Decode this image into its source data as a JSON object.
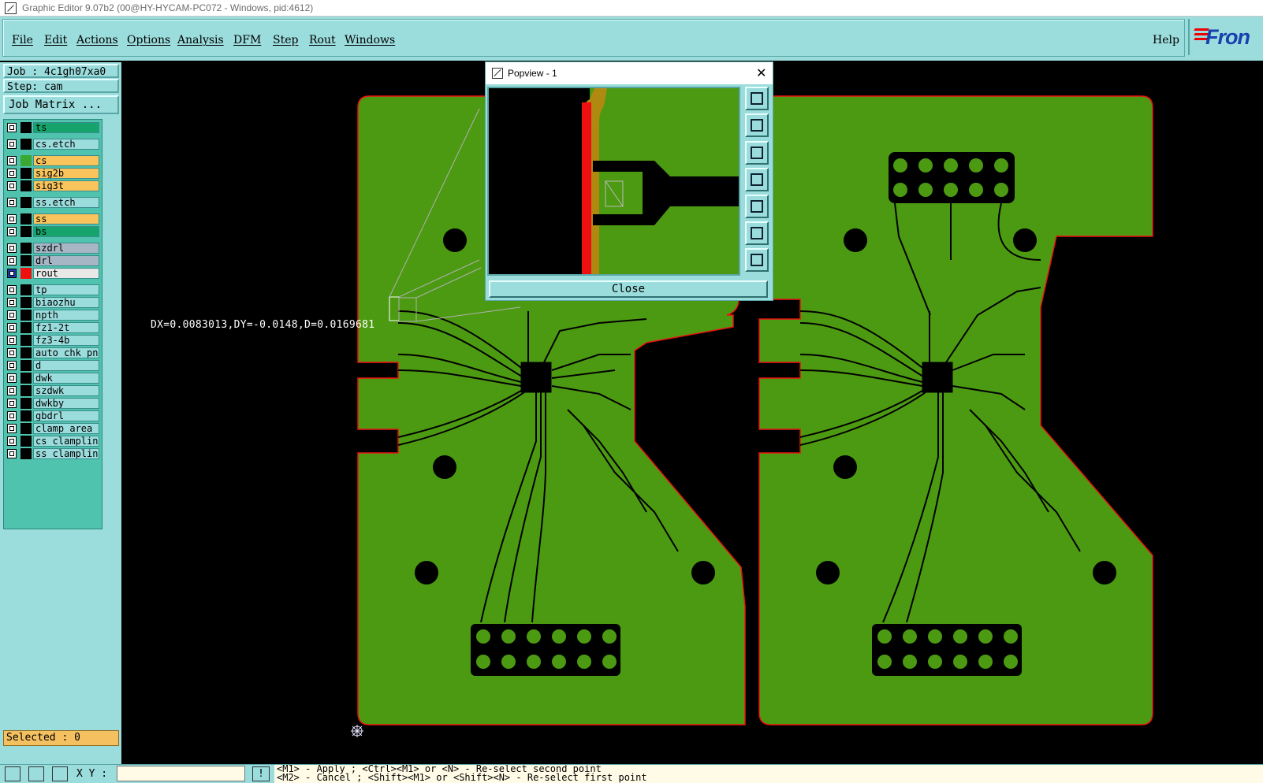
{
  "window": {
    "title": "Graphic Editor 9.07b2 (00@HY-HYCAM-PC072 - Windows, pid:4612)"
  },
  "menu": {
    "items": [
      "File",
      "Edit",
      "Actions",
      "Options",
      "Analysis",
      "DFM",
      "Step",
      "Rout",
      "Windows"
    ],
    "help": "Help",
    "logo": "Fron"
  },
  "job": {
    "job_label": "Job : 4c1gh07xa0",
    "step_label": "Step: cam",
    "matrix_button": "Job Matrix ..."
  },
  "layers": [
    {
      "name": "ts",
      "color": "#16a36c"
    },
    {
      "name": "cs.etch",
      "color": "#9bdcdc"
    },
    {
      "name": "cs",
      "color": "#f9c45c",
      "swatch": "#3aa832"
    },
    {
      "name": "sig2b",
      "color": "#f9c45c"
    },
    {
      "name": "sig3t",
      "color": "#f9c45c"
    },
    {
      "name": "ss.etch",
      "color": "#9bdcdc"
    },
    {
      "name": "ss",
      "color": "#f9c45c"
    },
    {
      "name": "bs",
      "color": "#16a36c"
    },
    {
      "name": "szdrl",
      "color": "#a7b6c4"
    },
    {
      "name": "drl",
      "color": "#a7b6c4"
    },
    {
      "name": "rout",
      "color": "#e8e8e8",
      "swatch": "#ee1010",
      "active": true
    },
    {
      "name": "tp",
      "color": "#9bdcdc"
    },
    {
      "name": "biaozhu",
      "color": "#9bdcdc"
    },
    {
      "name": "npth",
      "color": "#9bdcdc"
    },
    {
      "name": "fz1-2t",
      "color": "#9bdcdc"
    },
    {
      "name": "fz3-4b",
      "color": "#9bdcdc"
    },
    {
      "name": "auto_chk_pnl",
      "color": "#9bdcdc"
    },
    {
      "name": "d",
      "color": "#9bdcdc"
    },
    {
      "name": "dwk",
      "color": "#9bdcdc"
    },
    {
      "name": "szdwk",
      "color": "#9bdcdc"
    },
    {
      "name": "dwkby",
      "color": "#9bdcdc"
    },
    {
      "name": "gbdrl",
      "color": "#9bdcdc"
    },
    {
      "name": "clamp_area",
      "color": "#9bdcdc"
    },
    {
      "name": "cs_clampline",
      "color": "#9bdcdc"
    },
    {
      "name": "ss_clampline",
      "color": "#9bdcdc"
    }
  ],
  "selected": "Selected : 0",
  "measure": "DX=0.0083013,DY=-0.0148,D=0.0169681",
  "popview": {
    "title": "Popview - 1",
    "close_label": "Close"
  },
  "status": {
    "xy_label": "X Y :",
    "line1": "<M1> - Apply  ; <Ctrl><M1> or <N> - Re-select second point",
    "line2": "<M2> - Cancel ; <Shift><M1> or <Shift><N> - Re-select first point"
  },
  "colors": {
    "board": "#4c9a12",
    "rout": "#ee1010",
    "panel": "#9bdcdc"
  }
}
